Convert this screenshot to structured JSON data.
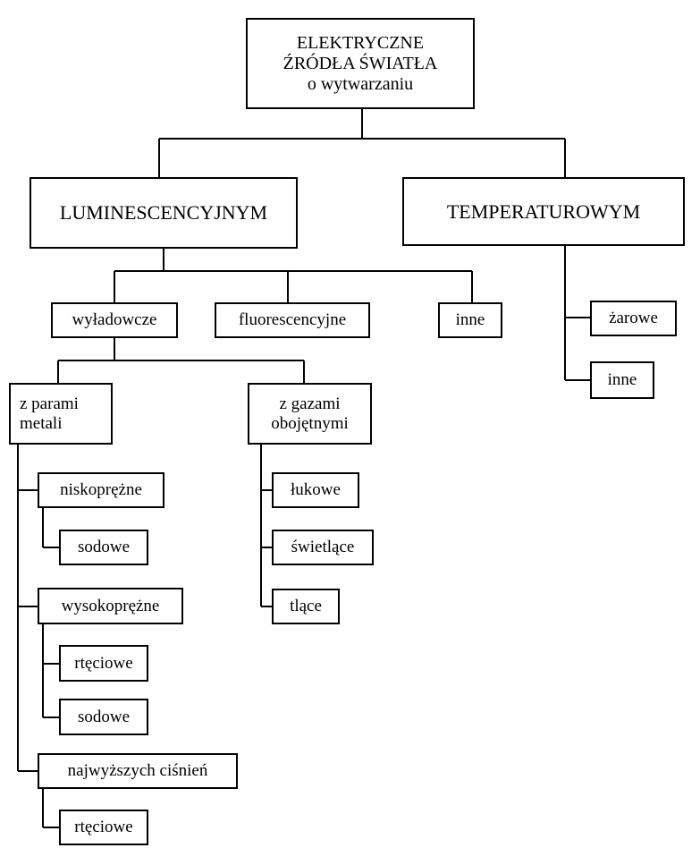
{
  "root": {
    "line1": "ELEKTRYCZNE",
    "line2": "ŹRÓDŁA ŚWIATŁA",
    "line3": "o wytwarzaniu"
  },
  "level1": {
    "luminescent": "LUMINESCENCYJNYM",
    "thermal": "TEMPERATUROWYM"
  },
  "luminescent_children": {
    "discharge": "wyładowcze",
    "fluorescent": "fluorescencyjne",
    "other": "inne"
  },
  "thermal_children": {
    "incandescent": "żarowe",
    "other": "inne"
  },
  "discharge_children": {
    "metal_vapour": "z parami\nmetali",
    "inert_gas": "z gazami\nobojętnymi"
  },
  "metal_vapour_children": {
    "low_pressure": "niskoprężne",
    "low_sodium": "sodowe",
    "high_pressure": "wysokoprężne",
    "high_mercury": "rtęciowe",
    "high_sodium": "sodowe",
    "ultra_high": "najwyższych ciśnień",
    "ultra_mercury": "rtęciowe"
  },
  "inert_gas_children": {
    "arc": "łukowe",
    "glowing": "świetlące",
    "glow_discharge": "tlące"
  }
}
